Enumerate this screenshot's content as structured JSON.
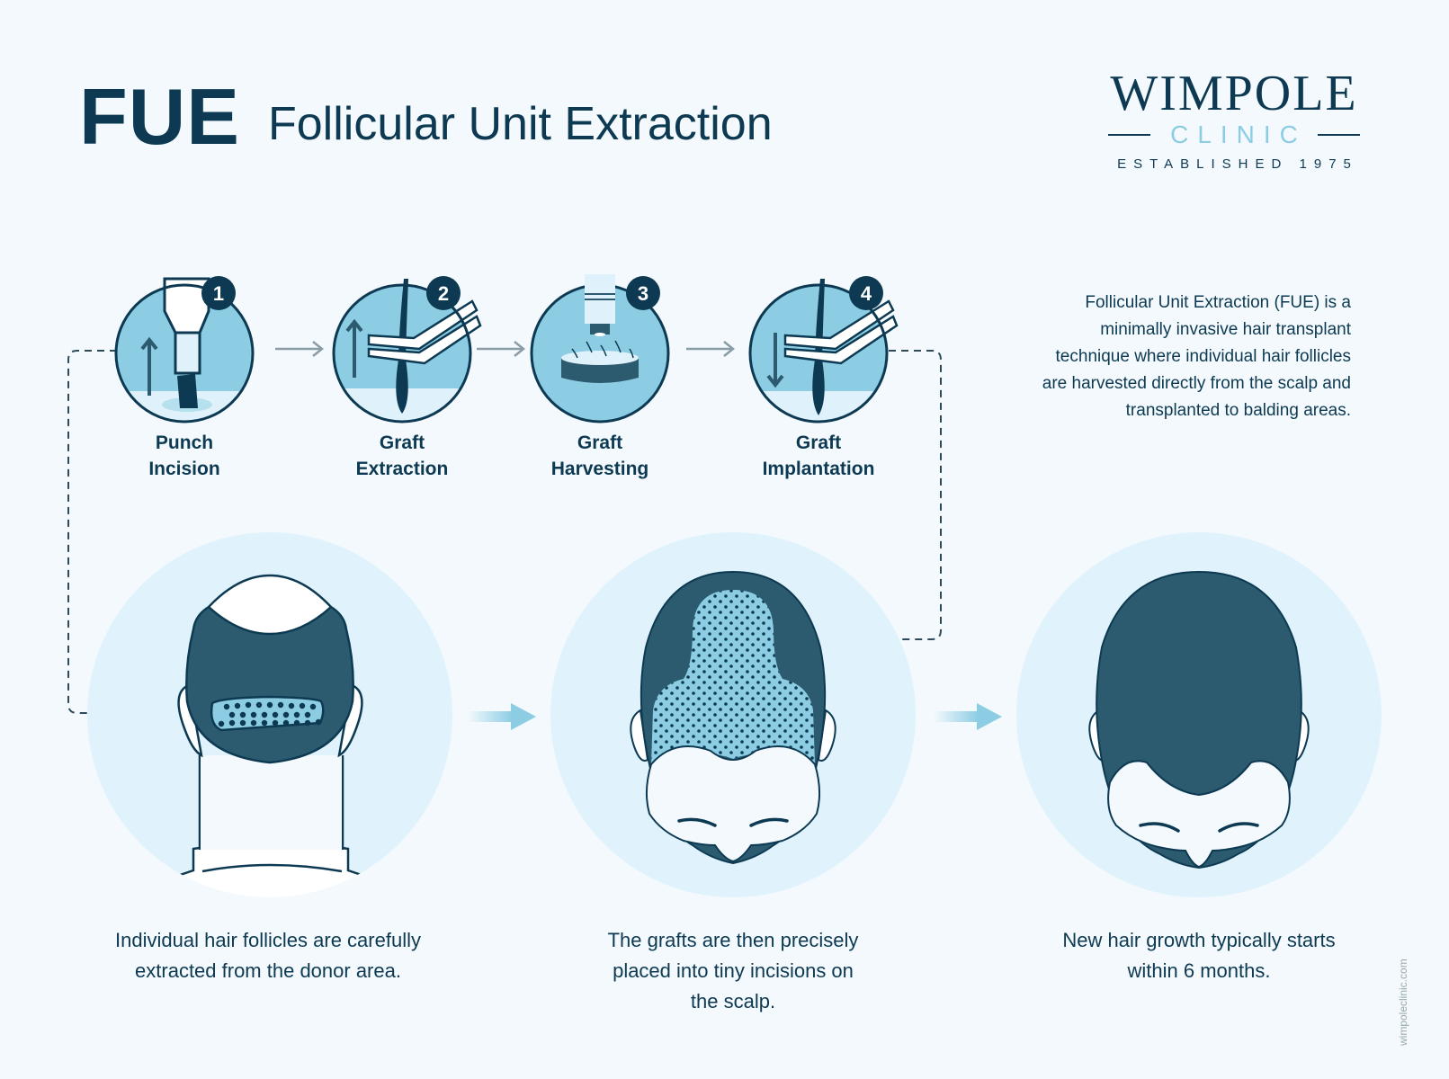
{
  "header": {
    "title_abbr": "FUE",
    "title_full": "Follicular Unit Extraction"
  },
  "logo": {
    "name": "WIMPOLE",
    "subname": "CLINIC",
    "tagline": "ESTABLISHED 1975"
  },
  "intro_text": "Follicular Unit Extraction (FUE) is a minimally invasive hair transplant technique where individual hair follicles are harvested directly from the scalp and transplanted to balding areas.",
  "steps": [
    {
      "number": "1",
      "line1": "Punch",
      "line2": "Incision",
      "icon": "punch-tool-icon"
    },
    {
      "number": "2",
      "line1": "Graft",
      "line2": "Extraction",
      "icon": "tweezers-extract-icon"
    },
    {
      "number": "3",
      "line1": "Graft",
      "line2": "Harvesting",
      "icon": "microscope-icon"
    },
    {
      "number": "4",
      "line1": "Graft",
      "line2": "Implantation",
      "icon": "tweezers-implant-icon"
    }
  ],
  "stages": [
    {
      "caption": "Individual hair follicles are carefully extracted from the donor area.",
      "illustration": "head-back-donor-area"
    },
    {
      "caption": "The grafts are then precisely placed into tiny incisions on the scalp.",
      "illustration": "head-top-grafts-placed"
    },
    {
      "caption": "New hair growth typically starts within 6 months.",
      "illustration": "head-top-full-growth"
    }
  ],
  "footer": {
    "website": "wimpoleclinic.com"
  },
  "colors": {
    "background": "#f3f9fd",
    "navy": "#0d3a52",
    "hair": "#2c5b70",
    "light_blue": "#8ccde4",
    "pale_blue": "#dff2fb",
    "circle_bg": "#e0f3fc"
  }
}
